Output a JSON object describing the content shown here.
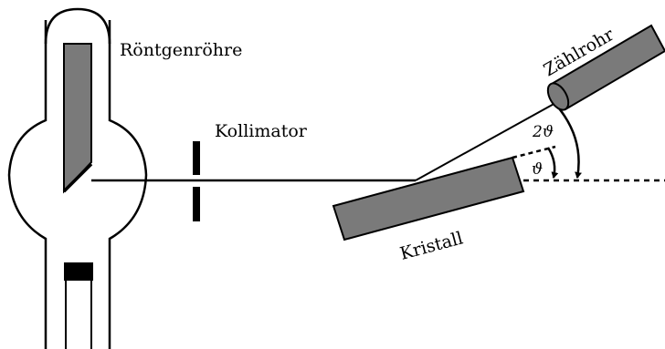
{
  "labels": {
    "tube": "Röntgenröhre",
    "collimator": "Kollimator",
    "crystal": "Kristall",
    "counter": "Zählrohr",
    "angle_double": "2ϑ",
    "angle_single": "ϑ"
  },
  "colors": {
    "part_fill": "#7a7a7a",
    "stroke": "#000000",
    "background": "#ffffff"
  }
}
